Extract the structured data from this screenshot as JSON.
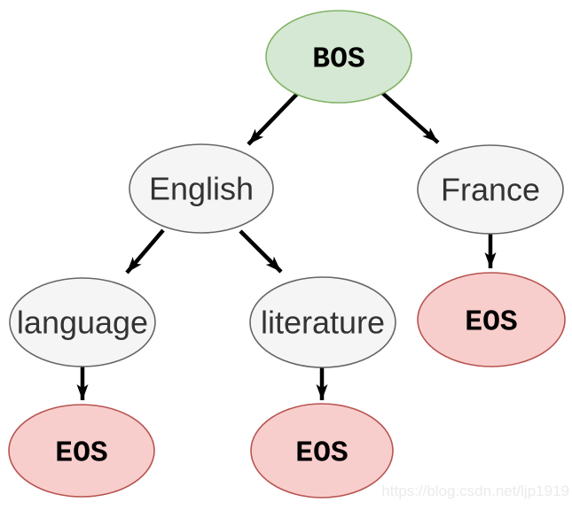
{
  "diagram_type": "tree",
  "nodes": {
    "bos": {
      "label": "BOS",
      "fill": "#d5e8d4",
      "stroke": "#82b366"
    },
    "english": {
      "label": "English",
      "fill": "#f5f5f5",
      "stroke": "#666666"
    },
    "france": {
      "label": "France",
      "fill": "#f5f5f5",
      "stroke": "#666666"
    },
    "language": {
      "label": "language",
      "fill": "#f5f5f5",
      "stroke": "#666666"
    },
    "literature": {
      "label": "literature",
      "fill": "#f5f5f5",
      "stroke": "#666666"
    },
    "eos_language": {
      "label": "EOS",
      "fill": "#f8cecc",
      "stroke": "#b85450"
    },
    "eos_literature": {
      "label": "EOS",
      "fill": "#f8cecc",
      "stroke": "#b85450"
    },
    "eos_france": {
      "label": "EOS",
      "fill": "#f8cecc",
      "stroke": "#b85450"
    }
  },
  "edges": [
    {
      "from": "BOS",
      "to": "English"
    },
    {
      "from": "BOS",
      "to": "France"
    },
    {
      "from": "English",
      "to": "language"
    },
    {
      "from": "English",
      "to": "literature"
    },
    {
      "from": "France",
      "to": "EOS"
    },
    {
      "from": "language",
      "to": "EOS"
    },
    {
      "from": "literature",
      "to": "EOS"
    }
  ],
  "edge_color": "#000000",
  "background_color": "#ffffff",
  "watermark": {
    "text": "https://blog.csdn.net/ljp1919",
    "color": "#ebebeb"
  }
}
